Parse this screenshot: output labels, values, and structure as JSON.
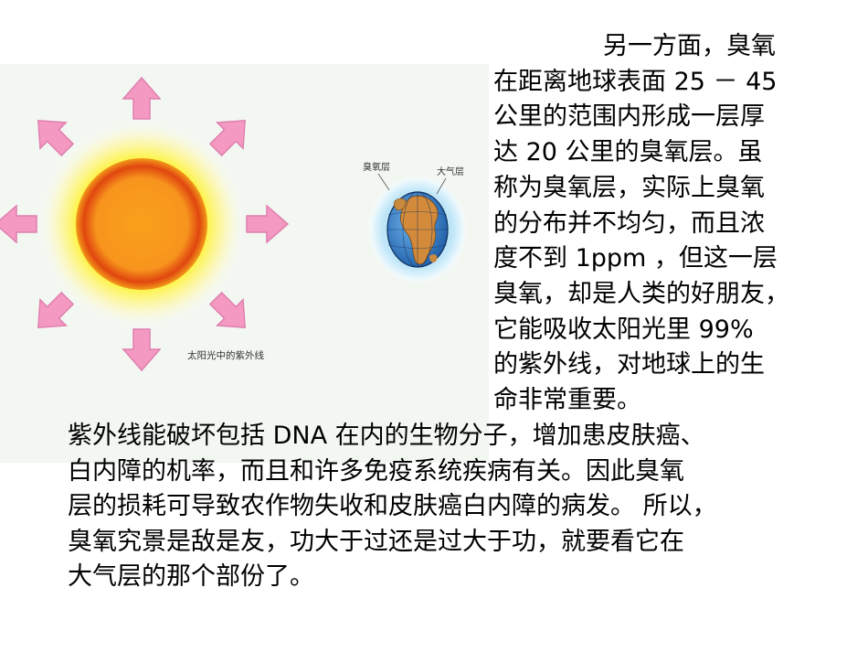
{
  "figure": {
    "ozone_label": "臭氧层",
    "atmosphere_label": "大气层",
    "uv_label": "太阳光中的紫外线",
    "colors": {
      "arrow": "#f49ac2",
      "sun_core": "#f7941d",
      "sun_ring": "#e0460f",
      "sun_glow": "#fff200",
      "earth_ocean": "#3f8fd1",
      "earth_land": "#d38a3a",
      "atmosphere_glow": "#bfe6f8"
    }
  },
  "right_text": {
    "lines": [
      "另一方面，臭氧",
      "在距离地球表面 25 － 45",
      "公里的范围内形成一层厚",
      "达 20 公里的臭氧层。虽",
      "称为臭氧层，实际上臭氧",
      "的分布并不均匀，而且浓",
      "度不到 1ppm ，但这一层",
      "臭氧，却是人类的好朋友，",
      "它能吸收太阳光里 99%",
      "的紫外线，对地球上的生",
      "命非常重要。"
    ]
  },
  "bottom_text": {
    "lines": [
      "紫外线能破坏包括 DNA 在内的生物分子，增加患皮肤癌、",
      "白内障的机率，而且和许多免疫系统疾病有关。因此臭氧",
      "层的损耗可导致农作物失收和皮肤癌白内障的病发。 所以，",
      "臭氧究景是敌是友，功大于过还是过大于功，就要看它在",
      "大气层的那个部份了。"
    ]
  }
}
